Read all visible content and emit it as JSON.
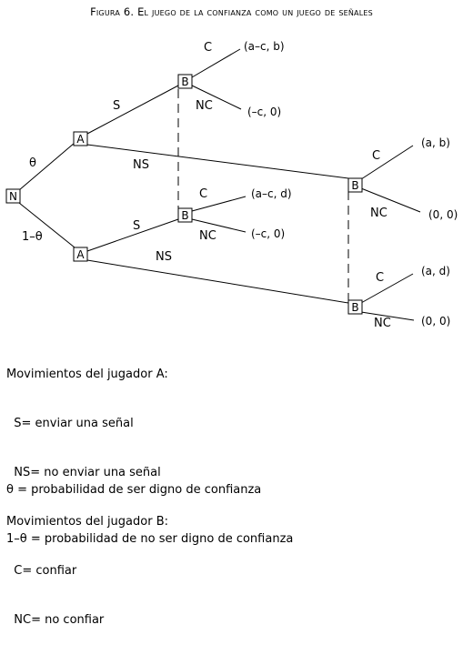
{
  "title": "Figura 6. El juego de la confianza como un juego de señales",
  "nodes": {
    "nature": "N",
    "a_top": "A",
    "a_bottom": "A",
    "b1": "B",
    "b2": "B",
    "b3": "B",
    "b4": "B"
  },
  "branches": {
    "theta": "θ",
    "one_minus_theta": "1–θ",
    "s_top": "S",
    "ns_top": "NS",
    "s_bottom": "S",
    "ns_bottom": "NS",
    "c1": "C",
    "nc1": "NC",
    "c2": "C",
    "nc2": "NC",
    "c3": "C",
    "nc3": "NC",
    "c4": "C",
    "nc4": "NC"
  },
  "payoffs": {
    "p1": "(a–c, b)",
    "p2": "(–c, 0)",
    "p3": "(a–c, d)",
    "p4": "(–c, 0)",
    "p5": "(a, b)",
    "p6": "(0, 0)",
    "p7": "(a, d)",
    "p8": "(0, 0)"
  },
  "legend": {
    "moves_a_heading": "Movimientos del jugador A:",
    "s_def": "  S= enviar una señal",
    "ns_def": "  NS= no enviar una señal",
    "moves_b_heading": "Movimientos del jugador B:",
    "c_def": "  C= confiar",
    "nc_def": "  NC= no confiar",
    "theta_def": "θ = probabilidad de ser digno de confianza",
    "one_minus_theta_def": "1–θ = probabilidad de no ser digno de confianza"
  }
}
